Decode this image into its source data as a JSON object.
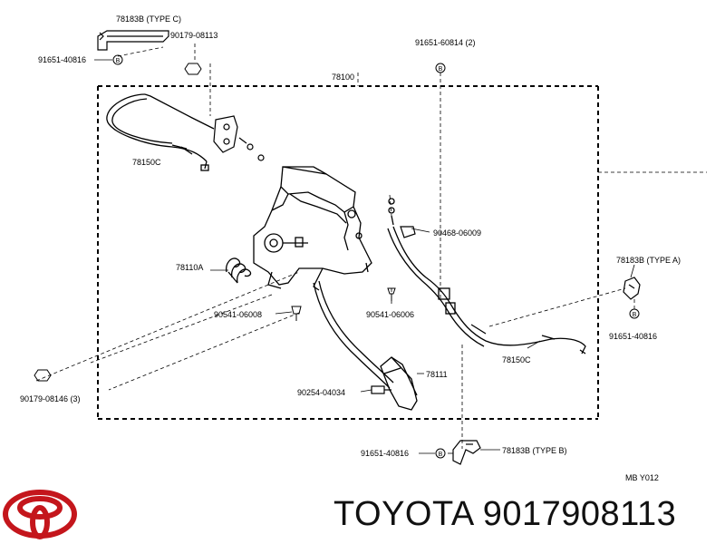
{
  "brand": {
    "name": "TOYOTA",
    "part_number": "9017908113",
    "logo_icon": "toyota-logo-icon",
    "logo_color": "#c4161c"
  },
  "diagram": {
    "ref_code": "MB Y012",
    "labels": {
      "p78183b_c": "78183B (TYPE C)",
      "p90179_08113": "90179-08113",
      "p91651_40816_top": "91651-40816",
      "p91651_60814": "91651-60814 (2)",
      "p78100": "78100",
      "p78150c_left": "78150C",
      "p90468_06009": "90468-06009",
      "p78110a": "78110A",
      "p78183b_a": "78183B (TYPE A)",
      "p90541_06008": "90541-06008",
      "p90541_06006": "90541-06006",
      "p91651_40816_right": "91651-40816",
      "p78150c_right": "78150C",
      "p78111": "78111",
      "p90254_04034": "90254-04034",
      "p90179_08146": "90179-08146 (3)",
      "p91651_40816_bottom": "91651-40816",
      "p78183b_b": "78183B (TYPE B)"
    }
  }
}
